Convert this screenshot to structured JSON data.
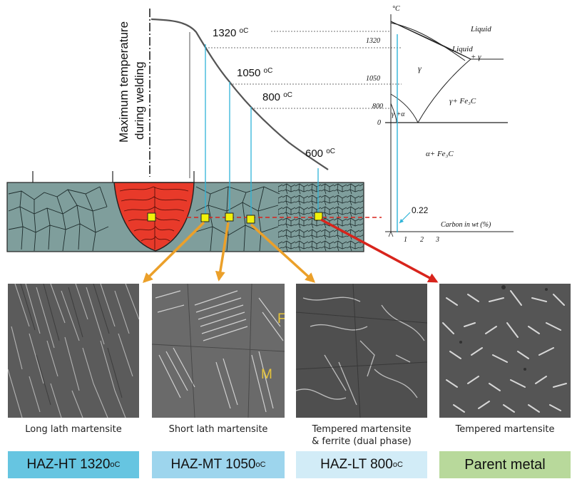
{
  "temperature_curve": {
    "axis_label_line1": "Maximum temperature",
    "axis_label_line2": "during welding",
    "points": [
      {
        "value": "1320",
        "unit": "oC"
      },
      {
        "value": "1050",
        "unit": "oC"
      },
      {
        "value": "800",
        "unit": "oC"
      },
      {
        "value": "600",
        "unit": "oC"
      }
    ]
  },
  "phase_diagram": {
    "y_unit": "°C",
    "y_ticks": [
      "1320",
      "1050",
      "800",
      "0"
    ],
    "x_ticks": [
      "1",
      "2",
      "3"
    ],
    "x_label": "Carbon in wt (%)",
    "carbon_marker": "0.22",
    "regions": {
      "liquid": "Liquid",
      "liquid_gamma_1": "Liquid",
      "liquid_gamma_2": "+ γ",
      "gamma": "γ",
      "gamma_fe3c": "γ+ Fe₃C",
      "gamma_alpha": "γ +α",
      "alpha_fe3c": "α+ Fe₃C"
    }
  },
  "micrographs": [
    {
      "caption_line1": "Long lath martensite",
      "caption_line2": "",
      "zone_label": "HAZ-HT 1320 ",
      "zone_unit": "oC",
      "zone_color": "#66c5e1"
    },
    {
      "caption_line1": "Short lath martensite",
      "caption_line2": "",
      "zone_label": "HAZ-MT 1050 ",
      "zone_unit": "oC",
      "zone_color": "#9dd5ed",
      "marks": [
        "F",
        "M"
      ]
    },
    {
      "caption_line1": "Tempered martensite",
      "caption_line2": "& ferrite (dual phase)",
      "zone_label": "HAZ-LT 800 ",
      "zone_unit": "oC",
      "zone_color": "#d2ecf7"
    },
    {
      "caption_line1": "Tempered martensite",
      "caption_line2": "",
      "zone_label": "Parent metal",
      "zone_unit": "",
      "zone_color": "#b8d99b"
    }
  ],
  "colors": {
    "weld_metal": "#e83a2a",
    "base_plate": "#7f9e9c",
    "marker": "#f1f10a",
    "probe_line": "#2fb4d8",
    "arrow_orange": "#eba02a",
    "arrow_red": "#d8241c"
  }
}
